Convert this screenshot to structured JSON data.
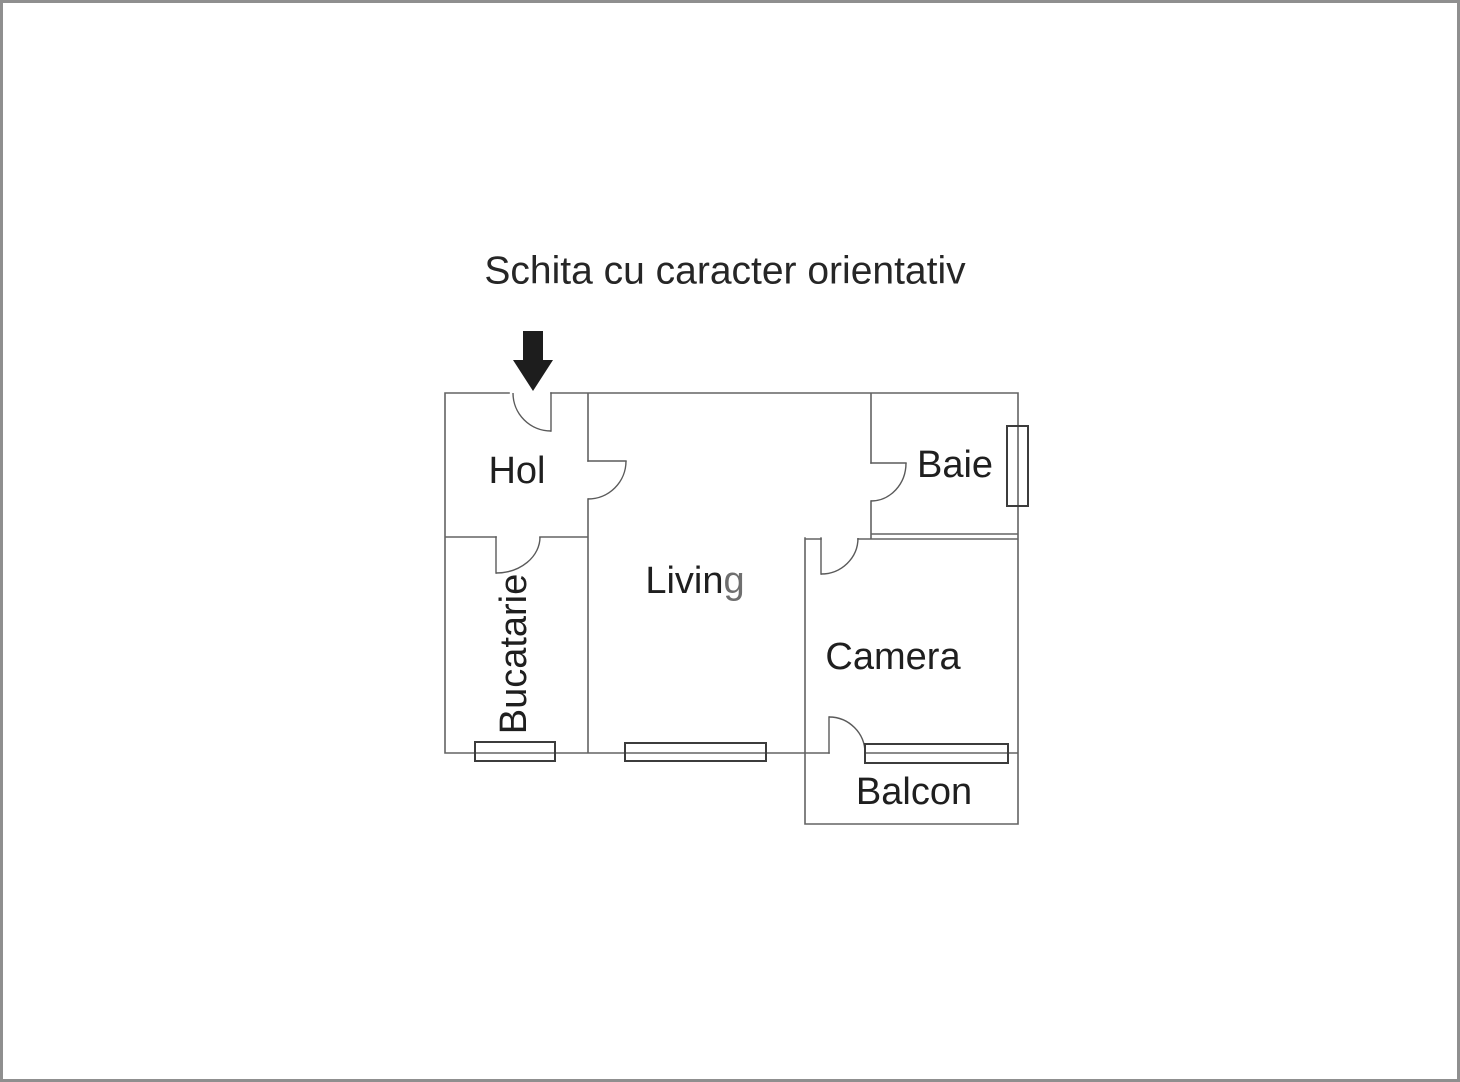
{
  "page": {
    "background": "#ffffff",
    "frame_border_color": "#8f8f8f"
  },
  "title": "Schita cu caracter orientativ",
  "floor_plan": {
    "rooms": {
      "hol": "Hol",
      "bucatarie": "Bucatarie",
      "living_dark_part": "Livin",
      "living_gray_part": "g",
      "baie": "Baie",
      "camera": "Camera",
      "balcon": "Balcon"
    },
    "colors": {
      "wall": "#636363",
      "door": "#5a5a5a",
      "window": "#3c3c3c",
      "arrow": "#1d1d1d",
      "label": "#1f1f1f",
      "living_gray": "#6f6f6f"
    }
  }
}
